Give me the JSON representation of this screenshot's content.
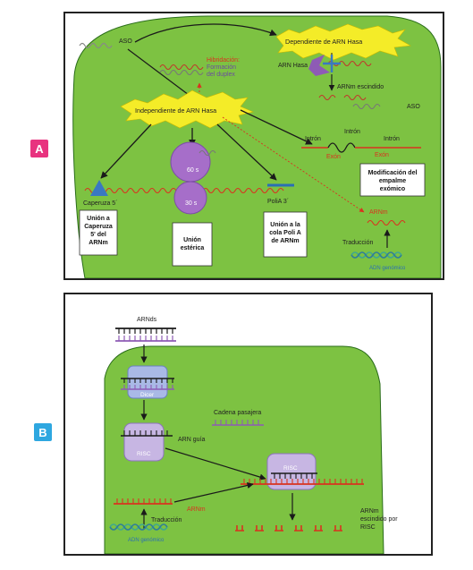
{
  "badges": {
    "a": "A",
    "b": "B"
  },
  "panel_a": {
    "aso_top": "ASO",
    "dependiente": "Dependiente de ARN Hasa",
    "independiente": "Independiente de ARN Hasa",
    "hibridacion_1": "Hibridación:",
    "hibridacion_2": "Formación",
    "hibridacion_3": "del duplex",
    "arn_hasa": "ARN Hasa",
    "arnm_escindido": "ARNm escindido",
    "aso_right": "ASO",
    "intron_1": "Intrón",
    "intron_2": "Intrón",
    "intron_3": "Intrón",
    "exon_1": "Exón",
    "exon_2": "Exón",
    "ribosome_60": "60 s",
    "ribosome_30": "30 s",
    "caperuza": "Caperuza 5´",
    "polia": "PoliA 3´",
    "box_caperuza": [
      "Unión a",
      "Caperuza",
      "5' del",
      "ARNm"
    ],
    "box_esterica": [
      "Unión",
      "estérica"
    ],
    "box_polia": [
      "Unión a la",
      "cola Poli A",
      "de ARNm"
    ],
    "box_empalme": [
      "Modificación del",
      "empalme",
      "exómico"
    ],
    "arnm": "ARNm",
    "traduccion": "Traducción",
    "adn": "ADN genómico"
  },
  "panel_b": {
    "arnds": "ARNds",
    "dicer": "Dicer",
    "cadena_pasajera": "Cadena pasajera",
    "risc": "RISC",
    "arn_guia": "ARN guía",
    "risc_2": "RISC",
    "arnm": "ARNm",
    "traduccion": "Traducción",
    "adn": "ADN genómico",
    "escindido": [
      "ARNm",
      "escindido por",
      "RISC"
    ]
  },
  "colors": {
    "green_bg": "#7dc242",
    "red_strand": "#e03a2a",
    "purple": "#8e5bb5",
    "blue": "#3a78c2",
    "badge_a": "#e8337f",
    "badge_b": "#2ea7e0"
  }
}
